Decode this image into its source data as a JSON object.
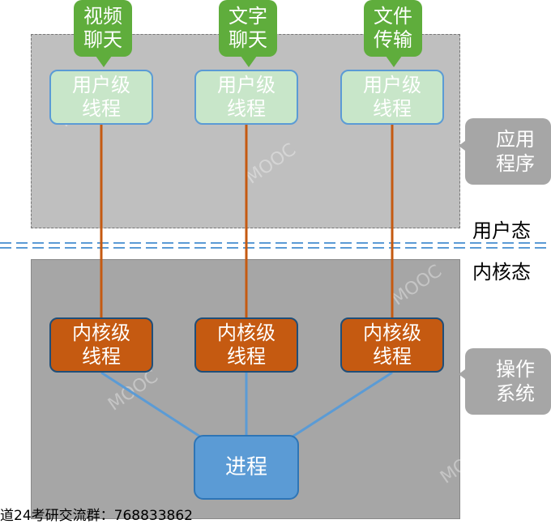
{
  "speech_bubbles": [
    {
      "text": "视频\n聊天"
    },
    {
      "text": "文字\n聊天"
    },
    {
      "text": "文件\n传输"
    }
  ],
  "user_threads": [
    {
      "text": "用户级\n线程"
    },
    {
      "text": "用户级\n线程"
    },
    {
      "text": "用户级\n线程"
    }
  ],
  "kernel_threads": [
    {
      "text": "内核级\n线程"
    },
    {
      "text": "内核级\n线程"
    },
    {
      "text": "内核级\n线程"
    }
  ],
  "process": {
    "text": "进程"
  },
  "side_tags": {
    "application": "应用\n程序",
    "os": "操作\n系统"
  },
  "modes": {
    "user": "用户态",
    "kernel": "内核态"
  },
  "footer": "道24考研交流群：768833862",
  "watermark": "MOOC",
  "colors": {
    "user_thread_fill": "#c8e6c9",
    "kernel_thread_fill": "#c55a11",
    "process_fill": "#5b9bd5",
    "bubble_fill": "#5fad3c",
    "thread_link": "#c55a11",
    "process_link": "#5b9bd5",
    "mode_divider": "#5b9bd5"
  }
}
